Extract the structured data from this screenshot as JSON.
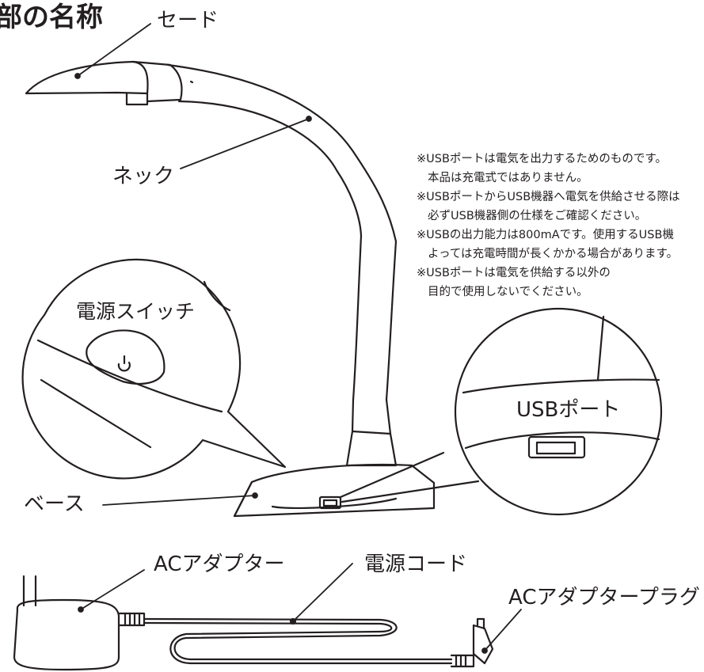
{
  "diagram": {
    "title": "部の名称",
    "labels": {
      "shade": "セード",
      "neck": "ネック",
      "power_switch": "電源スイッチ",
      "usb_port": "USBポート",
      "base": "ベース",
      "ac_adapter": "ACアダプター",
      "power_cord": "電源コード",
      "ac_adapter_plug": "ACアダプタープラグ"
    },
    "notes": [
      "※USBポートは電気を出力するためのものです。",
      "本品は充電式ではありません。",
      "※USBポートからUSB機器へ電気を供給させる際は",
      "必ずUSB機器側の仕様をご確認ください。",
      "※USBの出力能力は800mAです。使用するUSB機",
      "よっては充電時間が長くかかる場合があります。",
      "※USBポートは電気を供給する以外の",
      "目的で使用しないでください。"
    ]
  },
  "colors": {
    "ink": "#231f20",
    "background": "#ffffff"
  }
}
